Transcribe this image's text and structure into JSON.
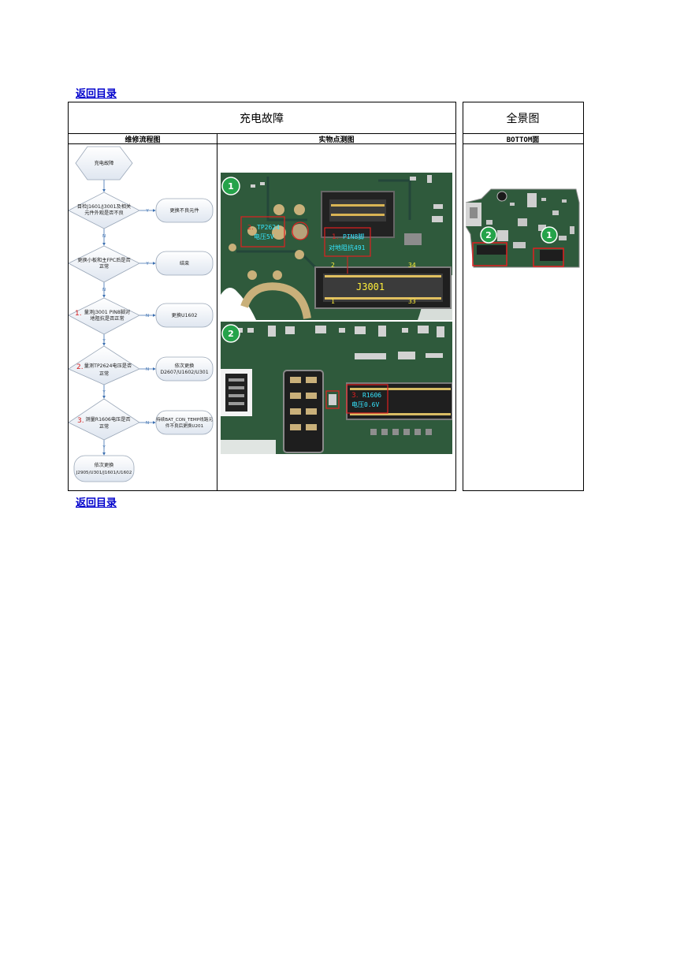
{
  "nav": {
    "back_top": "返回目录",
    "back_bottom": "返回目录"
  },
  "left_table": {
    "title": "充电故障",
    "col1_header": "维修流程图",
    "col2_header": "实物点测图"
  },
  "right_table": {
    "title": "全景图",
    "header": "BOTTOM面"
  },
  "flowchart": {
    "start": "充电故障",
    "d1": [
      "目检J1601/J3001及相关",
      "元件外观是否不良"
    ],
    "a1": "更换不良元件",
    "d2": [
      "更换小板和主FPC后是否",
      "正常"
    ],
    "a2": "结束",
    "d3_num": "1.",
    "d3": [
      "量测J3001 PIN8脚对",
      "地阻抗是否正常"
    ],
    "a3": "更换U1602",
    "d4_num": "2.",
    "d4": [
      "量测TP2624电压是否",
      "正常"
    ],
    "a4": [
      "依次更换",
      "D2607/U1602/U301"
    ],
    "d5_num": "3.",
    "d5": [
      "测量R1606电压是否",
      "正常"
    ],
    "a5": [
      "持续BAT_CON_TEMP线路元",
      "件不良后更换U201"
    ],
    "end": [
      "依次更换",
      "J2905/U301/J1601/U1602"
    ],
    "yes": "Y",
    "no": "N"
  },
  "photo1": {
    "badge": "1",
    "label_a_num": "2.",
    "label_a": [
      "TP2624",
      "电压5V"
    ],
    "label_b_num": "1.",
    "label_b": [
      "PIN8脚",
      "对地阻抗491"
    ],
    "pin_2": "2",
    "pin_34": "34",
    "pin_1": "1",
    "pin_33": "33",
    "connector": "J3001"
  },
  "photo2": {
    "badge": "2",
    "label_num": "3.",
    "label": [
      "R1606",
      "电压0.6V"
    ]
  },
  "overview": {
    "badge_1": "1",
    "badge_2": "2"
  },
  "colors": {
    "pcb": "#2f5a3c",
    "highlight": "#e02020",
    "badge": "#25a34a",
    "link": "#0000cc",
    "flow_blue": "#3b6fb0"
  }
}
